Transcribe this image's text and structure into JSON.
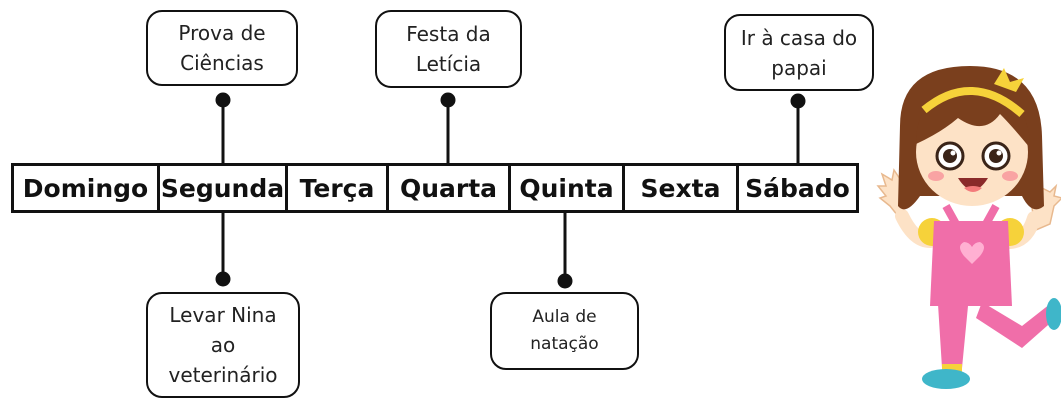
{
  "days": [
    "Domingo",
    "Segunda",
    "Terça",
    "Quarta",
    "Quinta",
    "Sexta",
    "Sábado"
  ],
  "events": [
    {
      "day": "Segunda",
      "text": "Prova de\nCiências"
    },
    {
      "day": "Quarta",
      "text": "Festa da\nLetícia"
    },
    {
      "day": "Sábado",
      "text": "Ir à casa do\npapai"
    },
    {
      "day": "Segunda",
      "text": "Levar Nina\nao\nveterinário"
    },
    {
      "day": "Quinta",
      "text": "Aula de\nnatação"
    }
  ],
  "illustration": "waving-girl-cartoon"
}
